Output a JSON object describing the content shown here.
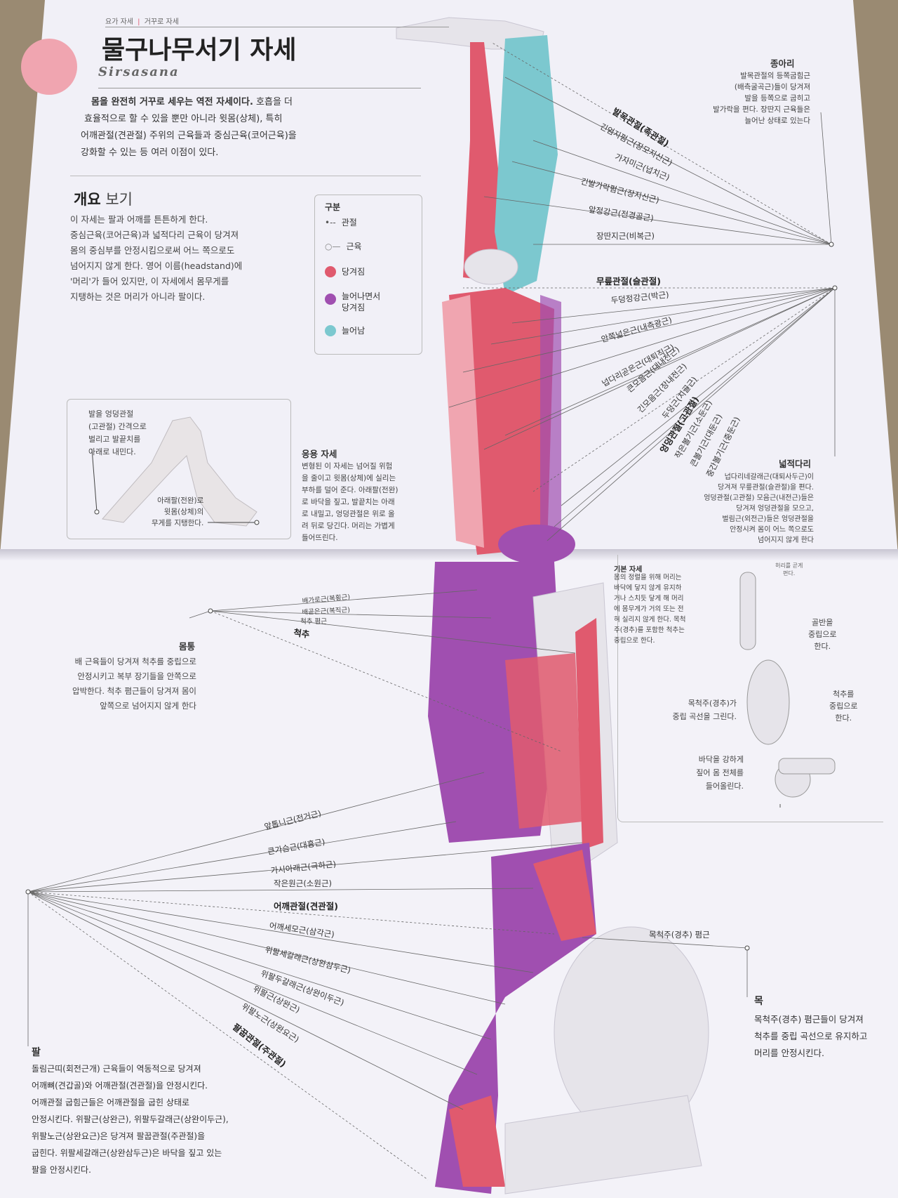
{
  "header": {
    "breadcrumb_1": "요가 자세",
    "breadcrumb_sep": "|",
    "breadcrumb_2": "거꾸로 자세"
  },
  "title": "물구나무서기 자세",
  "subtitle": "Sirsasana",
  "intro": {
    "bold": "몸을 완전히 거꾸로 세우는 역전 자세이다.",
    "rest_1": " 호흡을 더",
    "line_2": "효율적으로 할 수 있을 뿐만 아니라 윗몸(상체), 특히",
    "line_3": "어깨관절(견관절) 주위의 근육들과 중심근육(코어근육)을",
    "line_4": "강화할 수 있는 등 여러 이점이 있다."
  },
  "overview": {
    "heading_bold": "개요",
    "heading_light": "보기",
    "lines": [
      "이 자세는 팔과 어깨를 튼튼하게 한다.",
      "중심근육(코어근육)과 넓적다리 근육이 당겨져",
      "몸의 중심부를 안정시킴으로써 어느 쪽으로도",
      "넘어지지 않게 한다. 영어 이름(headstand)에",
      "'머리'가 들어 있지만, 이 자세에서 몸무게를",
      "지탱하는 것은 머리가 아니라 팔이다."
    ]
  },
  "legend": {
    "title": "구분",
    "items": [
      {
        "label": "관절",
        "kind": "joint"
      },
      {
        "label": "근육",
        "kind": "muscle"
      },
      {
        "label": "당겨짐",
        "color": "#e05a6e"
      },
      {
        "label": "늘어나면서",
        "label_2": "당겨짐",
        "color": "#a04fb0"
      },
      {
        "label": "늘어남",
        "color": "#7cc8cf"
      }
    ]
  },
  "variation_box": {
    "note_1": [
      "발을 엉덩관절",
      "(고관절) 간격으로",
      "벌리고 발끝치를",
      "아래로 내민다."
    ],
    "note_2": [
      "아래팔(전완)로",
      "윗몸(상체)의",
      "무게를 지탱한다."
    ]
  },
  "variation": {
    "heading": "응용 자세",
    "lines": [
      "변형된 이 자세는 넘어질 위험",
      "을 줄이고 윗몸(상체)에 실리는",
      "부하를 덜어 준다. 아래팔(전완)",
      "로 바닥을 짚고, 발끝치는 아래",
      "로 내밀고, 엉덩관절은 위로 올",
      "려 뒤로 당긴다. 머리는 가볍게",
      "들어뜨린다."
    ]
  },
  "calf": {
    "heading": "종아리",
    "lines": [
      "발목관절의 등쪽굽힘근",
      "(배측굴곡근)들이 당겨져",
      "발을 등쪽으로 굽히고",
      "발가락을 편다. 장딴지 근육들은",
      "늘어난 상태로 있는다"
    ]
  },
  "lower_leg_labels": {
    "ankle": "발목관절(족관절)",
    "m1": "긴엄지펌근(장모지신근)",
    "m2": "가자미근(넙치근)",
    "m3": "긴발가락펌근(장지신근)",
    "m4": "앞정강근(전경골근)",
    "m5": "장딴지근(비복근)"
  },
  "thigh_labels": {
    "knee": "무릎관절(슬관절)",
    "m1": "두덩정강근(박근)",
    "m2": "안쪽넓은근(내측광근)",
    "m3": "넙다리곧은근(대퇴직근)",
    "m4": "큰모음근(대내전근)",
    "m5": "긴모음근(장내전근)",
    "m6": "두덩근(치골근)",
    "hip": "엉덩관절(고관절)",
    "m7": "작은볼기근(소둔근)",
    "m8": "큰볼기근(대둔근)",
    "m9": "중간볼기근(중둔근)"
  },
  "thigh": {
    "heading": "넓적다리",
    "lines": [
      "넙다리네갈래근(대퇴사두근)이",
      "당겨져 무릎관절(슬관절)을 편다.",
      "엉덩관절(고관절) 모음근(내전근)들은",
      "당겨져 엉덩관절을 모으고,",
      "벌림근(외전근)들은 엉덩관절을",
      "안정시켜 몸이 어느 쪽으로도",
      "넘어지지 않게 한다"
    ]
  },
  "torso_labels": {
    "m1": "배가로근(복횡근)",
    "m2": "배곧은근(복직근)",
    "m3": "척추 폄근",
    "spine": "척추"
  },
  "torso": {
    "heading": "몸통",
    "lines": [
      "배 근육들이 당겨져 척추를 중립으로",
      "안정시키고 복부 장기들을 안쪽으로",
      "압박한다. 척추 폄근들이 당겨져 몸이",
      "앞쪽으로 넘어지지 않게 한다"
    ]
  },
  "right_box": {
    "heading": "기본 자세",
    "heading_2": "몸의 정렬을 위해 머리는",
    "lines": [
      "바닥에 닿지 않게 유지하",
      "거나 스치듯 닿게 해 머리",
      "에 몸무게가 거의 또는 전",
      "혀 실리지 않게 한다. 목척",
      "주(경추)를 포함한 척추는",
      "중립으로 한다."
    ],
    "corner": [
      "허리를 곧게",
      "편다."
    ],
    "notes": [
      [
        "골반을",
        "중립으로",
        "한다."
      ],
      [
        "척추를",
        "중립으로",
        "한다."
      ],
      [
        "목척주(경추)가",
        "중립 곡선을 그린다."
      ],
      [
        "바닥을 강하게",
        "짚어 몸 전체를",
        "들어올린다."
      ]
    ]
  },
  "arm_labels": {
    "m1": "앞톱니근(전거근)",
    "m2": "큰가슴근(대흉근)",
    "m3": "가시아래근(극하근)",
    "m4": "작은원근(소원근)",
    "shoulder": "어깨관절(견관절)",
    "m5": "어깨세모근(삼각근)",
    "m6": "위팔세갈래근(상완삼두근)",
    "m7": "위팔두갈래근(상완이두근)",
    "m8": "위팔근(상완근)",
    "m9": "위팔노근(상완요근)",
    "elbow": "팔꿉관절(주관절)"
  },
  "neck_label": "목척주(경추) 폄근",
  "neck": {
    "heading": "목",
    "lines": [
      "목척주(경추) 폄근들이 당겨져",
      "척추를 중립 곡선으로 유지하고",
      "머리를 안정시킨다."
    ]
  },
  "arm": {
    "heading": "팔",
    "lines": [
      "돌림근띠(회전근개) 근육들이 역동적으로 당겨져",
      "어깨뼈(견갑골)와 어깨관절(견관절)을 안정시킨다.",
      "어깨관절 굽힘근들은 어깨관절을 굽힌 상태로",
      "안정시킨다. 위팔근(상완근), 위팔두갈래근(상완이두근),",
      "위팔노근(상완요근)은 당겨져 팔꿉관절(주관절)을",
      "굽힌다. 위팔세갈래근(상완삼두근)은 바닥을 짚고 있는",
      "팔을 안정시킨다."
    ]
  },
  "colors": {
    "contract": "#e05a6e",
    "stretch_contract": "#a04fb0",
    "stretch": "#7cc8cf",
    "bone": "#e8e6ea"
  }
}
